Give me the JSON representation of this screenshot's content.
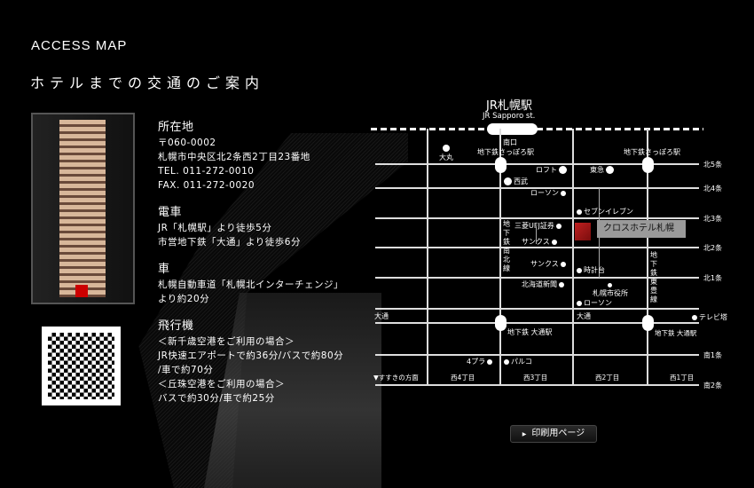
{
  "header": {
    "title": "ACCESS MAP",
    "subtitle": "ホテルまでの交通のご案内"
  },
  "info": {
    "address_title": "所在地",
    "postal": "〒060-0002",
    "address": "札幌市中央区北2条西2丁目23番地",
    "tel": "TEL. 011-272-0010",
    "fax": "FAX. 011-272-0020",
    "train_title": "電車",
    "train_1": "JR「札幌駅」より徒歩5分",
    "train_2": "市営地下鉄「大通」より徒歩6分",
    "car_title": "車",
    "car_1": "札幌自動車道「札幌北インターチェンジ」",
    "car_2": "より約20分",
    "air_title": "飛行機",
    "air_1": "＜新千歳空港をご利用の場合＞",
    "air_2": "JR快速エアポートで約36分/バスで約80分",
    "air_3": "/車で約70分",
    "air_4": "＜丘珠空港をご利用の場合＞",
    "air_5": "バスで約30分/車で約25分"
  },
  "map": {
    "station": "JR札幌駅",
    "station_en": "JR Sapporo st.",
    "streets": {
      "n5": "北5条",
      "n4": "北4条",
      "n3": "北3条",
      "n2": "北2条",
      "n1": "北1条",
      "s1": "南1条",
      "s2": "南2条",
      "odori_l": "大通",
      "odori_c": "大通"
    },
    "blocks": {
      "w4": "西4丁目",
      "w3": "西3丁目",
      "w2": "西2丁目",
      "w1": "西1丁目",
      "susukino": "▼すすきの方面"
    },
    "subway": {
      "south_exit": "南口",
      "sapporo_1": "地下鉄さっぽろ駅",
      "sapporo_2": "地下鉄さっぽろ駅",
      "odori_1": "地下鉄 大通駅",
      "odori_2": "地下鉄 大通駅",
      "nanboku": "地下鉄南北線",
      "toho": "地下鉄東豊線"
    },
    "landmarks": {
      "daimaru": "大丸",
      "loft": "ロフト",
      "tokyu": "東急",
      "seibu": "西武",
      "lawson1": "ローソン",
      "seven": "セブンイレブン",
      "ufj": "三菱UFJ証券",
      "sunkus1": "サンクス",
      "sunkus2": "サンクス",
      "clock": "時計台",
      "shinbun": "北海道新聞",
      "cityhall": "札幌市役所",
      "lawson2": "ローソン",
      "tvtower": "テレビ塔",
      "4pla": "4プラ",
      "parco": "パルコ"
    },
    "hotel": "クロスホテル札幌"
  },
  "print_button": "印刷用ページ",
  "colors": {
    "hotel": "#a01818",
    "hotel_label_bg": "#9a9a9a"
  }
}
